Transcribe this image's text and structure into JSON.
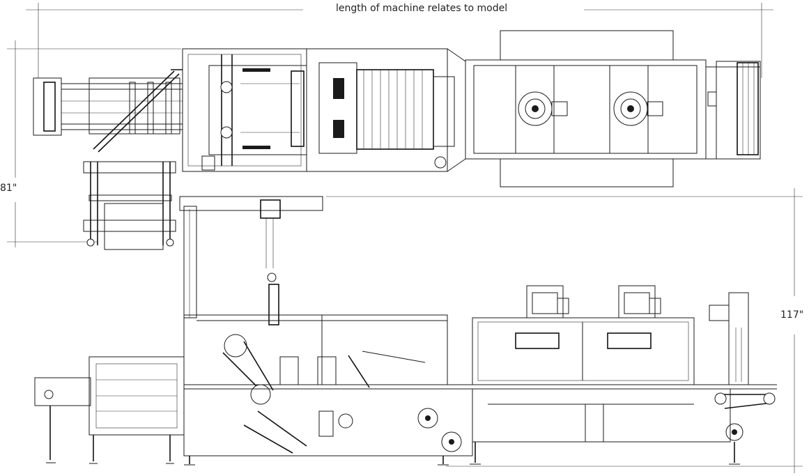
{
  "dimensions": {
    "length_label": "length of machine relates to model",
    "width_label": "81\"",
    "height_label": "117\""
  },
  "colors": {
    "line": "#1a1a1a",
    "background": "#ffffff"
  }
}
